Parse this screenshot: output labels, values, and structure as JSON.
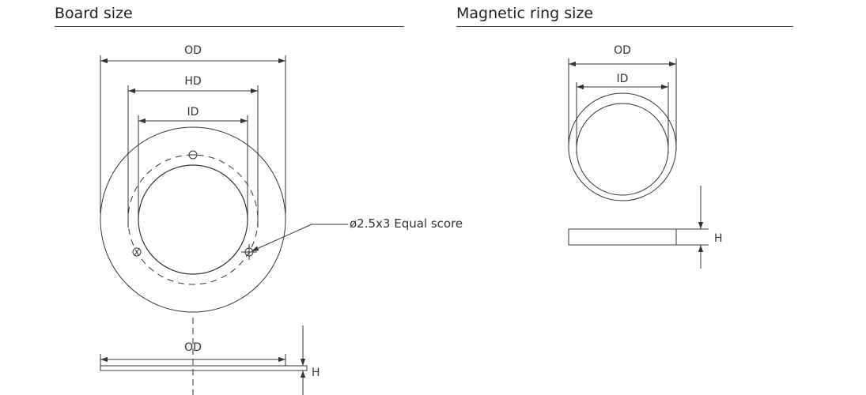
{
  "board": {
    "title": "Board size",
    "od_label": "OD",
    "hd_label": "HD",
    "id_label": "ID",
    "hole_callout": "ø2.5x3 Equal score",
    "side_od_label": "OD",
    "side_h_label": "H"
  },
  "ring": {
    "title": "Magnetic ring size",
    "od_label": "OD",
    "id_label": "ID",
    "h_label": "H"
  },
  "colors": {
    "line": "#333333",
    "text": "#333333"
  }
}
